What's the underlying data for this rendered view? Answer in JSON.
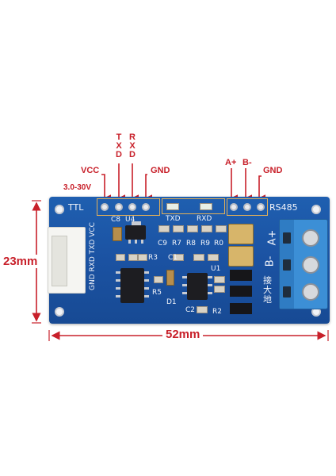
{
  "pin_labels": {
    "vcc": "VCC",
    "vcc_range": "3.0-30V",
    "txd": [
      "T",
      "X",
      "D"
    ],
    "rxd": [
      "R",
      "X",
      "D"
    ],
    "gnd_left": "GND",
    "a_plus": "A+",
    "b_minus": "B-",
    "gnd_right": "GND"
  },
  "dimensions": {
    "height": "23mm",
    "width": "52mm"
  },
  "silkscreen": {
    "ttl": "TTL",
    "rs485": "RS485",
    "txd_led": "TXD",
    "rxd_led": "RXD",
    "connector_pins": "GND RXD TXD VCC",
    "a_plus": "A+",
    "b_minus": "B-",
    "ground_cn": "接大地",
    "c8": "C8",
    "u4": "U4",
    "c9": "C9",
    "r7": "R7",
    "r8": "R8",
    "r9": "R9",
    "r10": "R0",
    "r3": "R3",
    "u1": "U1",
    "r5": "R5",
    "d1": "D1",
    "c2": "C2",
    "r2": "R2",
    "c1": "C1"
  },
  "colors": {
    "annotation": "#c8202a",
    "board": "#1b52a2",
    "terminal": "#3c8fd6"
  }
}
